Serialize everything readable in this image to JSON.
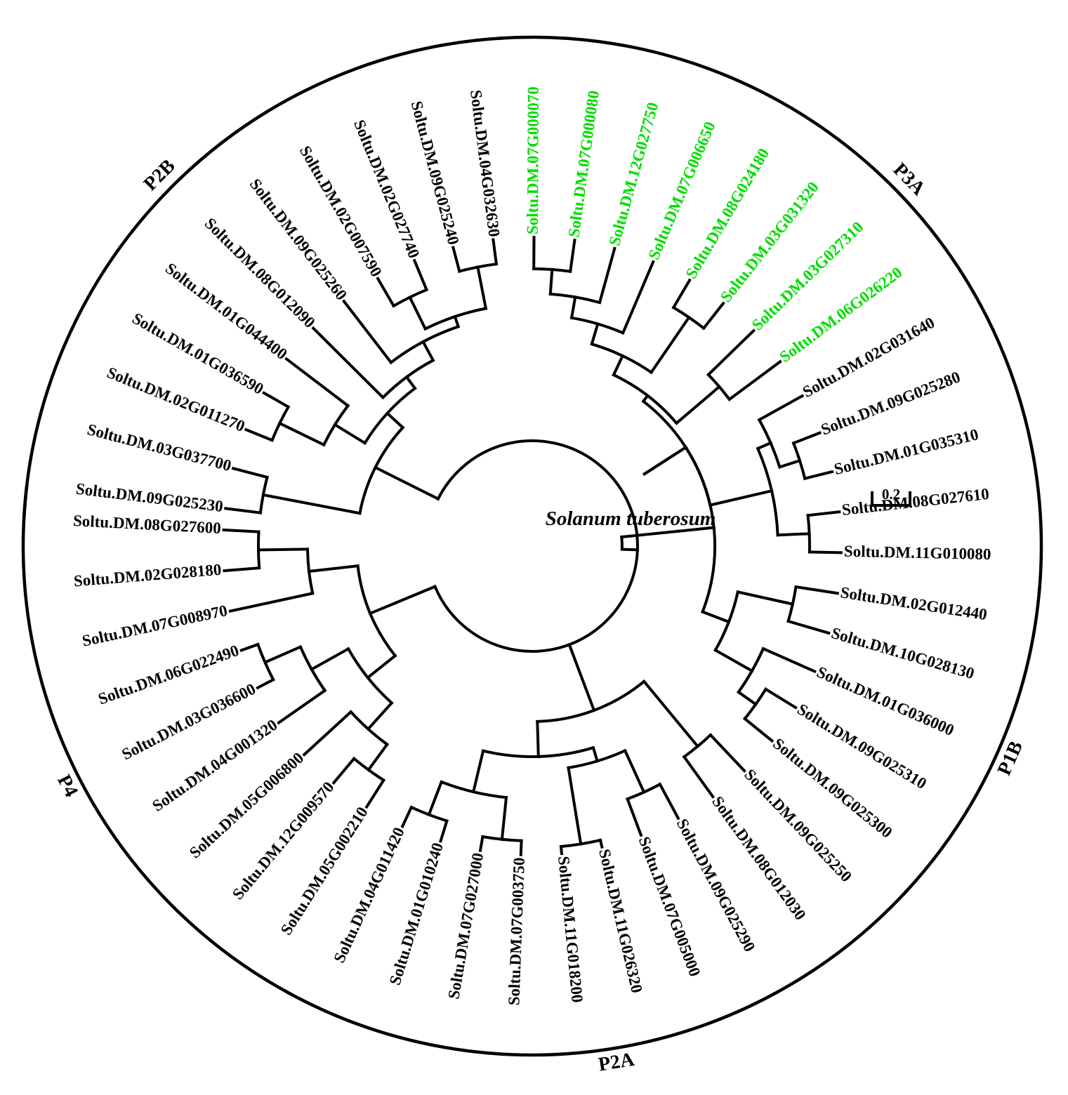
{
  "title": "Solanum tuberosum",
  "scale_bar": {
    "label": "0.2"
  },
  "colors": {
    "default": "#000000",
    "highlight": "#00dd00"
  },
  "clades": [
    {
      "id": "P2B",
      "label": "P2B"
    },
    {
      "id": "P3A",
      "label": "P3A"
    },
    {
      "id": "P1B",
      "label": "P1B"
    },
    {
      "id": "P2A",
      "label": "P2A"
    },
    {
      "id": "P4",
      "label": "P4"
    }
  ],
  "leaves": [
    {
      "id": "Soltu.DM.09G025230",
      "clade": "P2B",
      "highlight": false
    },
    {
      "id": "Soltu.DM.03G037700",
      "clade": "P2B",
      "highlight": false
    },
    {
      "id": "Soltu.DM.02G011270",
      "clade": "P2B",
      "highlight": false
    },
    {
      "id": "Soltu.DM.01G036590",
      "clade": "P2B",
      "highlight": false
    },
    {
      "id": "Soltu.DM.01G044400",
      "clade": "P2B",
      "highlight": false
    },
    {
      "id": "Soltu.DM.08G012090",
      "clade": "P2B",
      "highlight": false
    },
    {
      "id": "Soltu.DM.09G025260",
      "clade": "P2B",
      "highlight": false
    },
    {
      "id": "Soltu.DM.02G007590",
      "clade": "P2B",
      "highlight": false
    },
    {
      "id": "Soltu.DM.02G027740",
      "clade": "P2B",
      "highlight": false
    },
    {
      "id": "Soltu.DM.09G025240",
      "clade": "P2B",
      "highlight": false
    },
    {
      "id": "Soltu.DM.04G032630",
      "clade": "P2B",
      "highlight": false
    },
    {
      "id": "Soltu.DM.07G000070",
      "clade": "P3A",
      "highlight": true
    },
    {
      "id": "Soltu.DM.07G000080",
      "clade": "P3A",
      "highlight": true
    },
    {
      "id": "Soltu.DM.12G027750",
      "clade": "P3A",
      "highlight": true
    },
    {
      "id": "Soltu.DM.07G006650",
      "clade": "P3A",
      "highlight": true
    },
    {
      "id": "Soltu.DM.08G024180",
      "clade": "P3A",
      "highlight": true
    },
    {
      "id": "Soltu.DM.03G031320",
      "clade": "P3A",
      "highlight": true
    },
    {
      "id": "Soltu.DM.03G027310",
      "clade": "P3A",
      "highlight": true
    },
    {
      "id": "Soltu.DM.06G026220",
      "clade": "P3A",
      "highlight": true
    },
    {
      "id": "Soltu.DM.02G031640",
      "clade": "P3A",
      "highlight": false
    },
    {
      "id": "Soltu.DM.09G025280",
      "clade": "P3A",
      "highlight": false
    },
    {
      "id": "Soltu.DM.01G035310",
      "clade": "P3A",
      "highlight": false
    },
    {
      "id": "Soltu.DM.08G027610",
      "clade": "P3A",
      "highlight": false
    },
    {
      "id": "Soltu.DM.11G010080",
      "clade": "P3A",
      "highlight": false
    },
    {
      "id": "Soltu.DM.02G012440",
      "clade": "P1B",
      "highlight": false
    },
    {
      "id": "Soltu.DM.10G028130",
      "clade": "P1B",
      "highlight": false
    },
    {
      "id": "Soltu.DM.01G036000",
      "clade": "P1B",
      "highlight": false
    },
    {
      "id": "Soltu.DM.09G025310",
      "clade": "P1B",
      "highlight": false
    },
    {
      "id": "Soltu.DM.09G025300",
      "clade": "P1B",
      "highlight": false
    },
    {
      "id": "Soltu.DM.09G025250",
      "clade": "P2A",
      "highlight": false
    },
    {
      "id": "Soltu.DM.08G012030",
      "clade": "P2A",
      "highlight": false
    },
    {
      "id": "Soltu.DM.09G025290",
      "clade": "P2A",
      "highlight": false
    },
    {
      "id": "Soltu.DM.07G005000",
      "clade": "P2A",
      "highlight": false
    },
    {
      "id": "Soltu.DM.11G026320",
      "clade": "P2A",
      "highlight": false
    },
    {
      "id": "Soltu.DM.11G018200",
      "clade": "P2A",
      "highlight": false
    },
    {
      "id": "Soltu.DM.07G003750",
      "clade": "P2A",
      "highlight": false
    },
    {
      "id": "Soltu.DM.07G027000",
      "clade": "P2A",
      "highlight": false
    },
    {
      "id": "Soltu.DM.01G010240",
      "clade": "P2A",
      "highlight": false
    },
    {
      "id": "Soltu.DM.04G011420",
      "clade": "P2A",
      "highlight": false
    },
    {
      "id": "Soltu.DM.05G002210",
      "clade": "P4",
      "highlight": false
    },
    {
      "id": "Soltu.DM.12G009570",
      "clade": "P4",
      "highlight": false
    },
    {
      "id": "Soltu.DM.05G006800",
      "clade": "P4",
      "highlight": false
    },
    {
      "id": "Soltu.DM.04G001320",
      "clade": "P4",
      "highlight": false
    },
    {
      "id": "Soltu.DM.03G036600",
      "clade": "P4",
      "highlight": false
    },
    {
      "id": "Soltu.DM.06G022490",
      "clade": "P4",
      "highlight": false
    },
    {
      "id": "Soltu.DM.07G008970",
      "clade": "P4",
      "highlight": false
    },
    {
      "id": "Soltu.DM.02G028180",
      "clade": "P4",
      "highlight": false
    },
    {
      "id": "Soltu.DM.08G027600",
      "clade": "P4",
      "highlight": false
    }
  ]
}
